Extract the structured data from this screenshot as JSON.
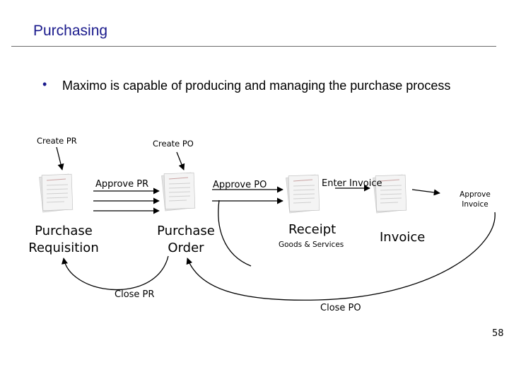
{
  "slide": {
    "title": "Purchasing",
    "bullet": "Maximo is capable of producing and managing the purchase process",
    "page_number": "58"
  },
  "diagram": {
    "nodes": {
      "purchase_requisition": "Purchase\nRequisition",
      "purchase_order": "Purchase\nOrder",
      "receipt": "Receipt",
      "receipt_sub": "Goods & Services",
      "invoice": "Invoice"
    },
    "actions": {
      "create_pr": "Create PR",
      "create_po": "Create PO",
      "approve_pr": "Approve PR",
      "approve_po": "Approve PO",
      "enter_invoice": "Enter Invoice",
      "approve_invoice": "Approve\nInvoice",
      "close_pr": "Close PR",
      "close_po": "Close PO"
    },
    "colors": {
      "title": "#1a1a8c",
      "paper": "#efefef",
      "arrow": "#000000"
    }
  }
}
